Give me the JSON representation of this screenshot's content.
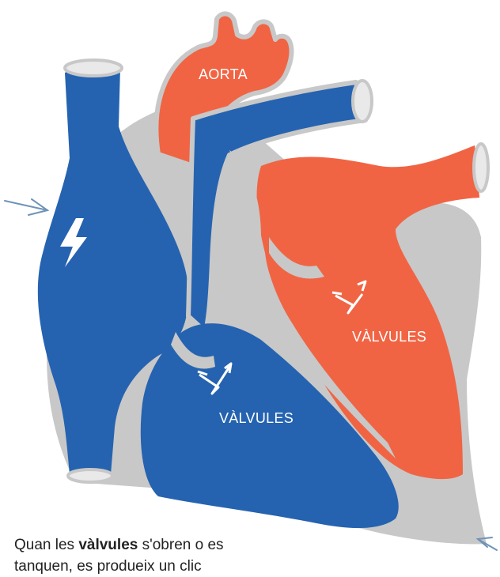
{
  "diagram": {
    "labels": {
      "aorta": "AORTA",
      "valves_right": "VÀLVULES",
      "valves_left": "VÀLVULES"
    },
    "colors": {
      "oxygenated_red": "#f06444",
      "deoxygenated_blue": "#2563b0",
      "outline_gray": "#c8c8c8",
      "arrow_blue": "#6f93b8"
    },
    "icons": [
      "lightning-icon",
      "valve-arrows-icon",
      "valve-arrows-icon",
      "pointer-arrow-icon",
      "pointer-arrow-icon"
    ]
  },
  "caption": {
    "before": "Quan les ",
    "bold": "vàlvules",
    "after": " s'obren o es",
    "line2": "tanquen, es produeix un clic"
  }
}
